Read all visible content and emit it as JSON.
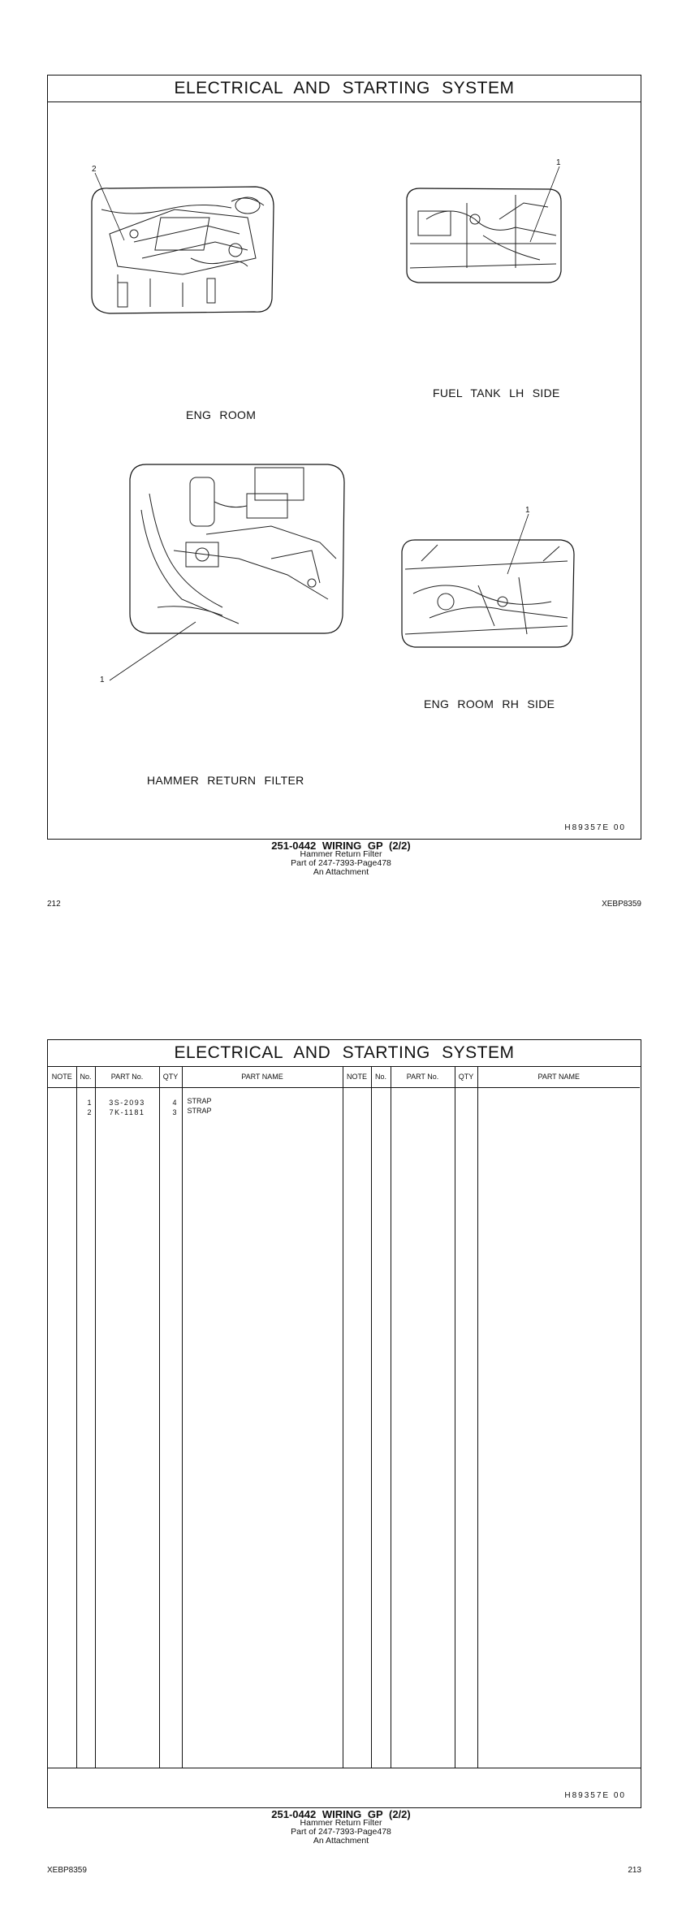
{
  "page1": {
    "title": "ELECTRICAL AND STARTING SYSTEM",
    "figure_code": "H89357E   00",
    "figures": [
      {
        "label": "ENG ROOM",
        "callout": "2",
        "icon": "eng-room-wiring-drawing"
      },
      {
        "label": "FUEL TANK LH SIDE",
        "callout": "1",
        "icon": "fuel-tank-lh-side-drawing"
      },
      {
        "label": "HAMMER RETURN FILTER",
        "callout": "1",
        "icon": "hammer-return-filter-drawing"
      },
      {
        "label": "ENG ROOM RH SIDE",
        "callout": "1",
        "icon": "eng-room-rh-side-drawing"
      }
    ],
    "caption": {
      "line1": "251-0442  WIRING GP (2/2)",
      "line2": "Hammer Return Filter",
      "line3": "Part of 247-7393-Page478",
      "line4": "An Attachment"
    },
    "page_number": "212",
    "doc_code": "XEBP8359"
  },
  "page2": {
    "title": "ELECTRICAL AND STARTING SYSTEM",
    "headers": [
      "NOTE",
      "No.",
      "PART No.",
      "QTY",
      "PART NAME",
      "NOTE",
      "No.",
      "PART No.",
      "QTY",
      "PART NAME"
    ],
    "rows": [
      {
        "note": "",
        "no": "1",
        "part_no": "3S-2093",
        "qty": "4",
        "name": "STRAP"
      },
      {
        "note": "",
        "no": "2",
        "part_no": "7K-1181",
        "qty": "3",
        "name": "STRAP"
      }
    ],
    "figure_code": "H89357E   00",
    "caption": {
      "line1": "251-0442  WIRING GP (2/2)",
      "line2": "Hammer Return Filter",
      "line3": "Part of 247-7393-Page478",
      "line4": "An Attachment"
    },
    "doc_code": "XEBP8359",
    "page_number": "213"
  }
}
